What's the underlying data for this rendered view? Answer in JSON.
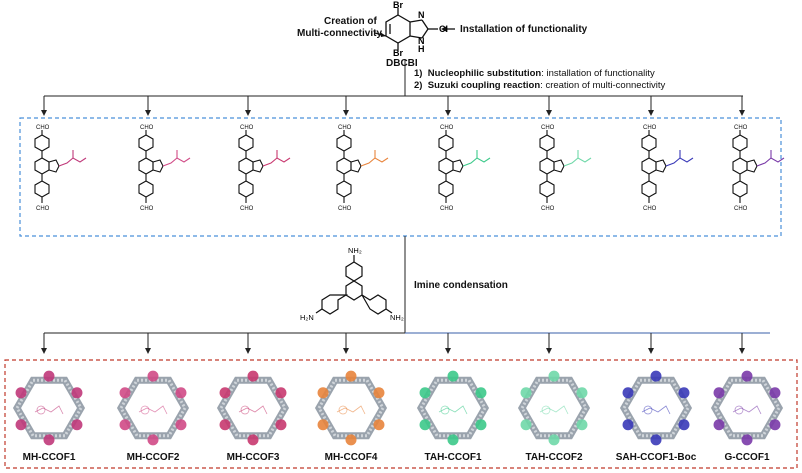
{
  "top": {
    "creation_label_line1": "Creation of",
    "creation_label_line2": "Multi-connectivity",
    "installation_label": "Installation of functionality",
    "molecule_name": "DBCBI",
    "br_top": "Br",
    "br_bottom": "Br",
    "cl": "Cl",
    "n_top": "N",
    "n_bottom": "N",
    "h_bottom": "H"
  },
  "steps": [
    {
      "number": "1)",
      "bold": "Nucleophilic substitution",
      "rest": ": installation of functionality"
    },
    {
      "number": "2)",
      "bold": "Suzuki coupling reaction",
      "rest": ": creation of multi-connectivity"
    }
  ],
  "middle": {
    "imine_label": "Imine condensation",
    "nh2_top": "NH₂",
    "nh2_left": "H₂N",
    "nh2_right": "NH₂",
    "cho": "CHO"
  },
  "cofs": [
    {
      "label": "MH-CCOF1",
      "color": "#c0397a"
    },
    {
      "label": "MH-CCOF2",
      "color": "#d04a86"
    },
    {
      "label": "MH-CCOF3",
      "color": "#c8386f"
    },
    {
      "label": "MH-CCOF4",
      "color": "#e8843c"
    },
    {
      "label": "TAH-CCOF1",
      "color": "#3cc98a"
    },
    {
      "label": "TAH-CCOF2",
      "color": "#6fd8a8"
    },
    {
      "label": "SAH-CCOF1-Boc",
      "color": "#3a3ab8"
    },
    {
      "label": "G-CCOF1",
      "color": "#7a3aa8"
    }
  ],
  "colors": {
    "blue_box": "#4a90d9",
    "red_box": "#c0392b",
    "line": "#222222"
  }
}
